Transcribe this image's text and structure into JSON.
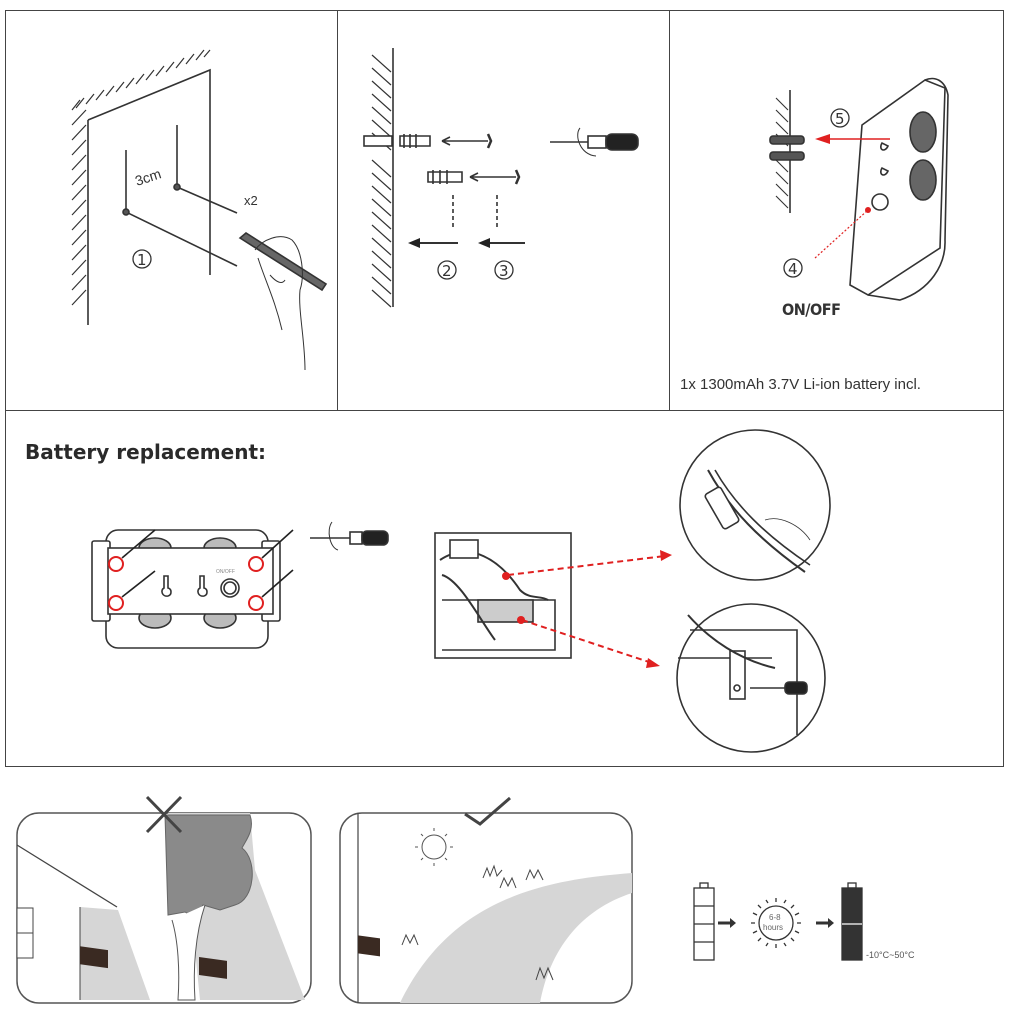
{
  "installation": {
    "step1": {
      "number": "1",
      "distance_label": "3cm",
      "count_label": "x2"
    },
    "step2": {
      "number": "2"
    },
    "step3": {
      "number": "3"
    },
    "step45": {
      "switch_number": "4",
      "mount_number": "5",
      "switch_label": "ON/OFF",
      "battery_note": "1x 1300mAh 3.7V Li-ion battery incl."
    }
  },
  "battery_replacement": {
    "title": "Battery replacement:",
    "device_switch_label": "ON/OFF"
  },
  "placement": {
    "wrong_mark": "✕",
    "right_mark": "✓"
  },
  "charging": {
    "sun_label_top": "6-8",
    "sun_label_bottom": "hours",
    "temperature_range": "-10°C~50°C"
  },
  "colors": {
    "line": "#333333",
    "accent_red": "#e02020",
    "shade_gray": "#d6d6d6",
    "tree_gray": "#8a8a8a",
    "panel_dark": "#3a2a22"
  }
}
